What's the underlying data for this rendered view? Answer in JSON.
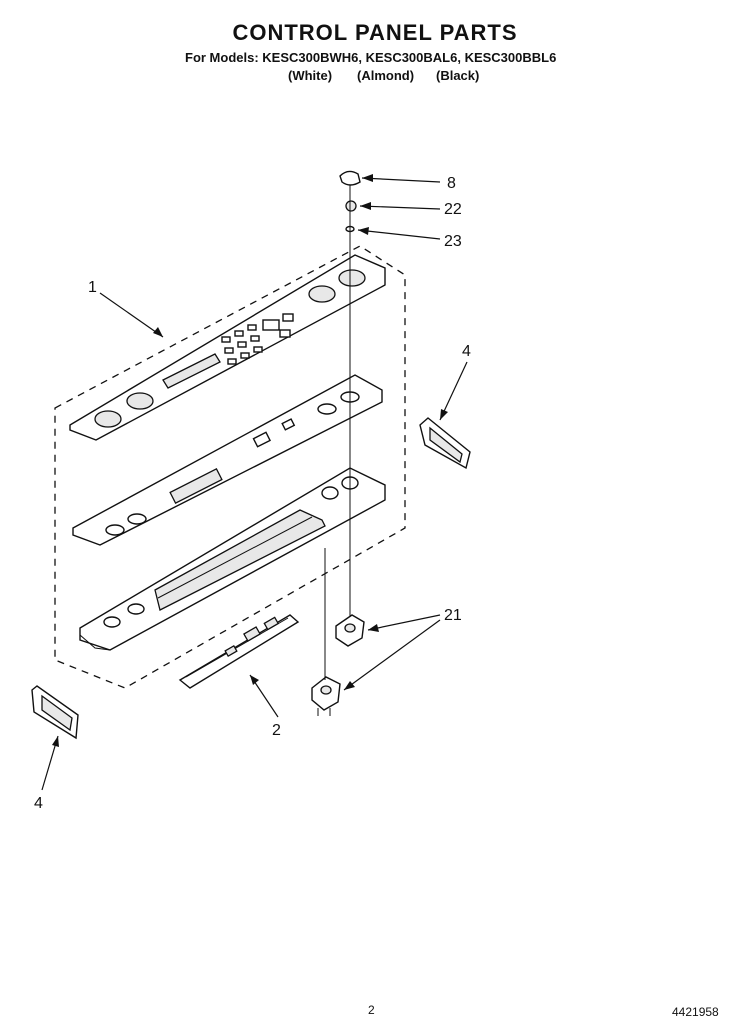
{
  "header": {
    "title": "CONTROL PANEL PARTS",
    "models_line": "For Models: KESC300BWH6, KESC300BAL6, KESC300BBL6",
    "variants": [
      "(White)",
      "(Almond)",
      "(Black)"
    ]
  },
  "callouts": [
    "1",
    "2",
    "4",
    "4",
    "8",
    "21",
    "22",
    "23"
  ],
  "footer": {
    "page_number": "2",
    "document_number": "4421958"
  }
}
